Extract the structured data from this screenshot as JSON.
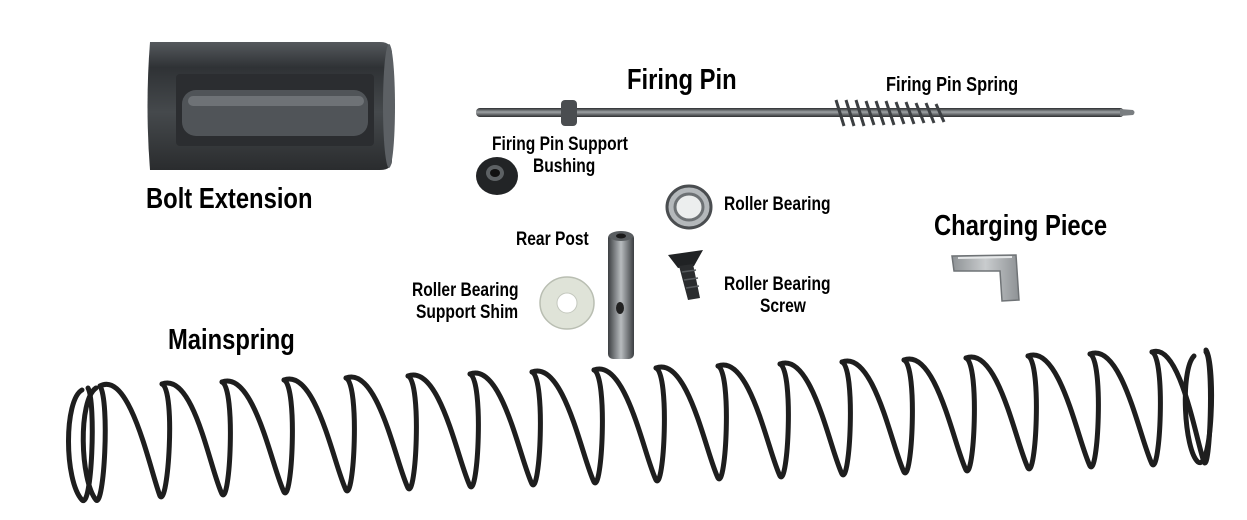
{
  "labels": {
    "bolt_extension": "Bolt Extension",
    "firing_pin": "Firing Pin",
    "firing_pin_spring": "Firing Pin Spring",
    "firing_pin_support_bushing_line1": "Firing Pin Support",
    "firing_pin_support_bushing_line2": "Bushing",
    "roller_bearing": "Roller Bearing",
    "rear_post": "Rear Post",
    "charging_piece": "Charging Piece",
    "roller_bearing_support_shim_line1": "Roller Bearing",
    "roller_bearing_support_shim_line2": "Support Shim",
    "roller_bearing_screw_line1": "Roller Bearing",
    "roller_bearing_screw_line2": "Screw",
    "mainspring": "Mainspring"
  },
  "colors": {
    "background": "#ffffff",
    "label": "#000000",
    "metal_dark": "#3a3d40",
    "metal_mid": "#6b6f73",
    "metal_light": "#a9adb0",
    "spring_wire": "#1e1e1e",
    "shim": "#dfe3d8"
  }
}
